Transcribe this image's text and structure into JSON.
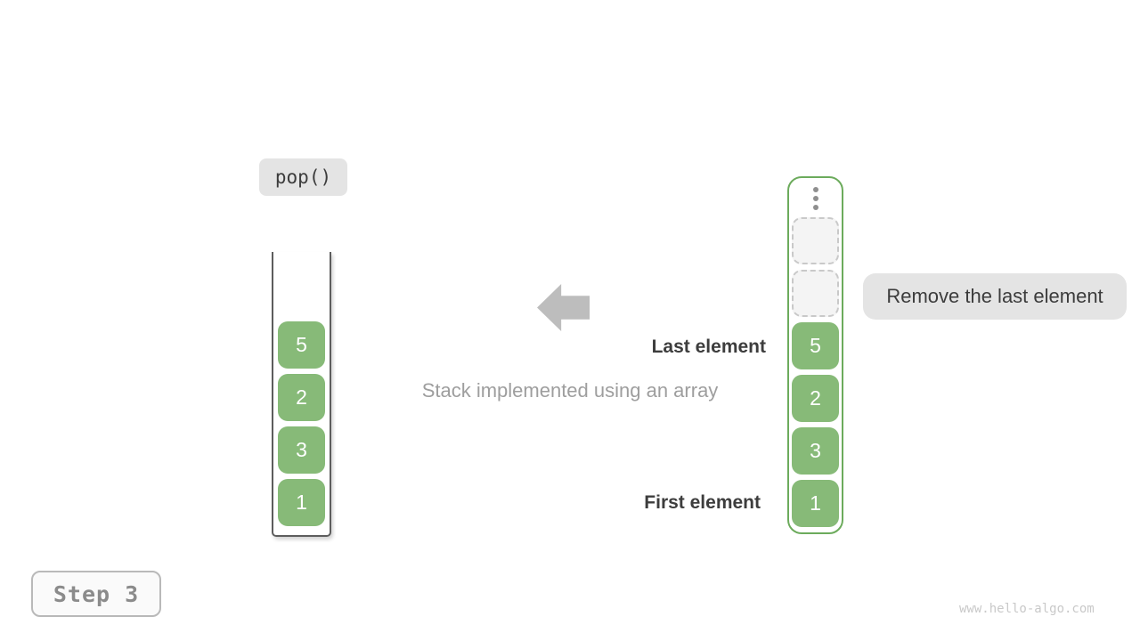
{
  "diagram": {
    "operation_label": "pop()",
    "step_label": "Step 3",
    "caption": "Stack implemented using an array",
    "annotations": {
      "last_element": "Last element",
      "first_element": "First element",
      "remove_note": "Remove the last element"
    },
    "watermark": "www.hello-algo.com",
    "left_stack": {
      "values": [
        "5",
        "2",
        "3",
        "1"
      ]
    },
    "right_stack": {
      "empty_slots": 2,
      "values": [
        "5",
        "2",
        "3",
        "1"
      ]
    },
    "icons": {
      "arrow": "block-arrow-left-icon",
      "ellipsis": "vertical-ellipsis-icon"
    },
    "colors": {
      "cell_green": "#87ba78",
      "container_green": "#6cab5c",
      "badge_gray": "#e4e4e4",
      "arrow_gray": "#bdbdbd",
      "text_dark": "#3c3c3c",
      "text_gray": "#9e9e9e",
      "step_text": "#8b8b8b",
      "watermark_gray": "#c9c9c9"
    }
  }
}
